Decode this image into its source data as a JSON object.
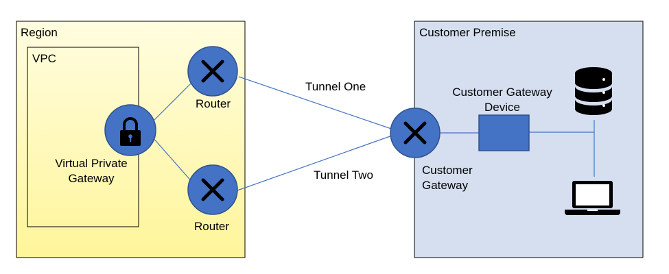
{
  "region": {
    "label": "Region",
    "fill": "#fffbb0"
  },
  "vpc": {
    "label": "VPC"
  },
  "customer_premise": {
    "label": "Customer Premise",
    "fill": "#d6dff0"
  },
  "virtual_private_gateway": {
    "line1": "Virtual Private",
    "line2": "Gateway",
    "icon": "lock-icon"
  },
  "routers": [
    {
      "label": "Router",
      "icon": "x-icon"
    },
    {
      "label": "Router",
      "icon": "x-icon"
    }
  ],
  "tunnels": [
    {
      "label": "Tunnel One"
    },
    {
      "label": "Tunnel Two"
    }
  ],
  "customer_gateway": {
    "line1": "Customer",
    "line2": "Gateway",
    "icon": "x-icon"
  },
  "customer_gateway_device": {
    "line1": "Customer Gateway",
    "line2": "Device"
  },
  "icons": {
    "server": "database-icon",
    "laptop": "laptop-icon"
  },
  "colors": {
    "node_fill": "#4472c4",
    "node_stroke": "#2f528f",
    "line": "#4472c4",
    "device": "#4472c4"
  }
}
